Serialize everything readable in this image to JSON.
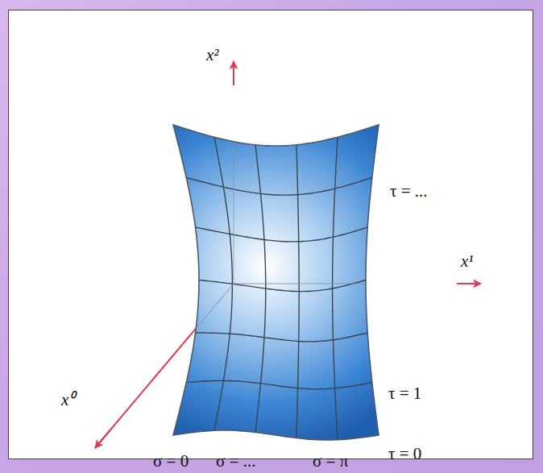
{
  "diagram": {
    "labels": [
      "x²",
      "x¹",
      "x⁰",
      "τ = ...",
      "τ = 1",
      "τ = 0",
      "σ = 0",
      "σ = ...",
      "σ = π"
    ]
  }
}
